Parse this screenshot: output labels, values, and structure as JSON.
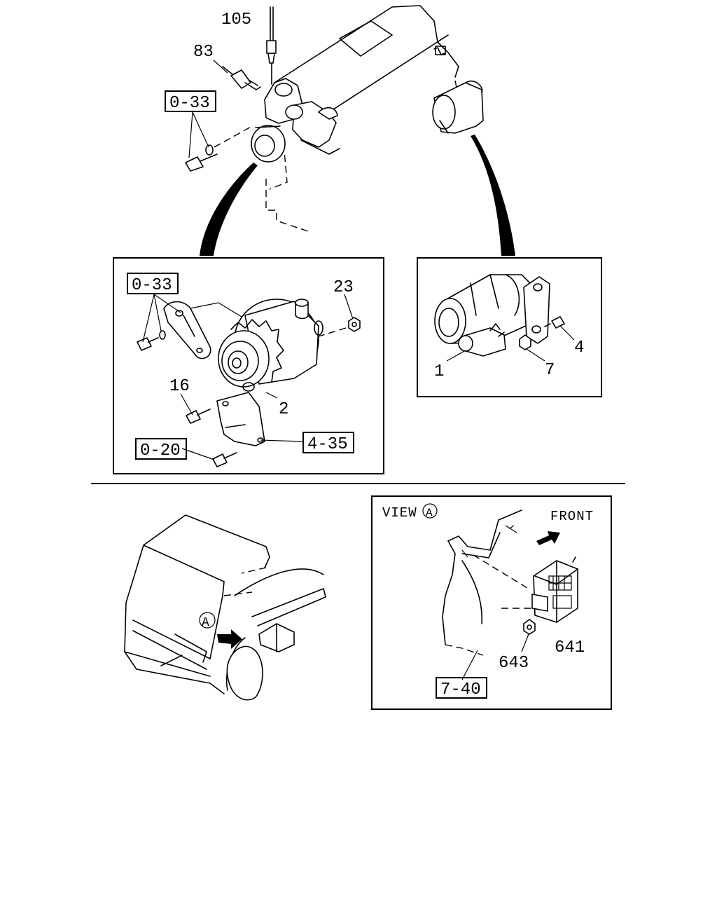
{
  "engine": {
    "callouts": [
      "105",
      "83"
    ],
    "ref_box": "0-33"
  },
  "alternator_panel": {
    "ref_boxes": [
      "0-33",
      "4-35",
      "0-20"
    ],
    "callouts": [
      "23",
      "16",
      "2"
    ]
  },
  "starter_panel": {
    "callouts": [
      "4",
      "1",
      "7"
    ]
  },
  "view_panel": {
    "view_text": "VIEW",
    "view_marker": "A",
    "front_label": "FRONT",
    "callouts": [
      "641",
      "643"
    ],
    "ref_box": "7-40"
  },
  "truck": {
    "marker": "A"
  },
  "icons": [
    "bolt-icon",
    "washer-icon",
    "nut-icon",
    "arrow-icon"
  ]
}
